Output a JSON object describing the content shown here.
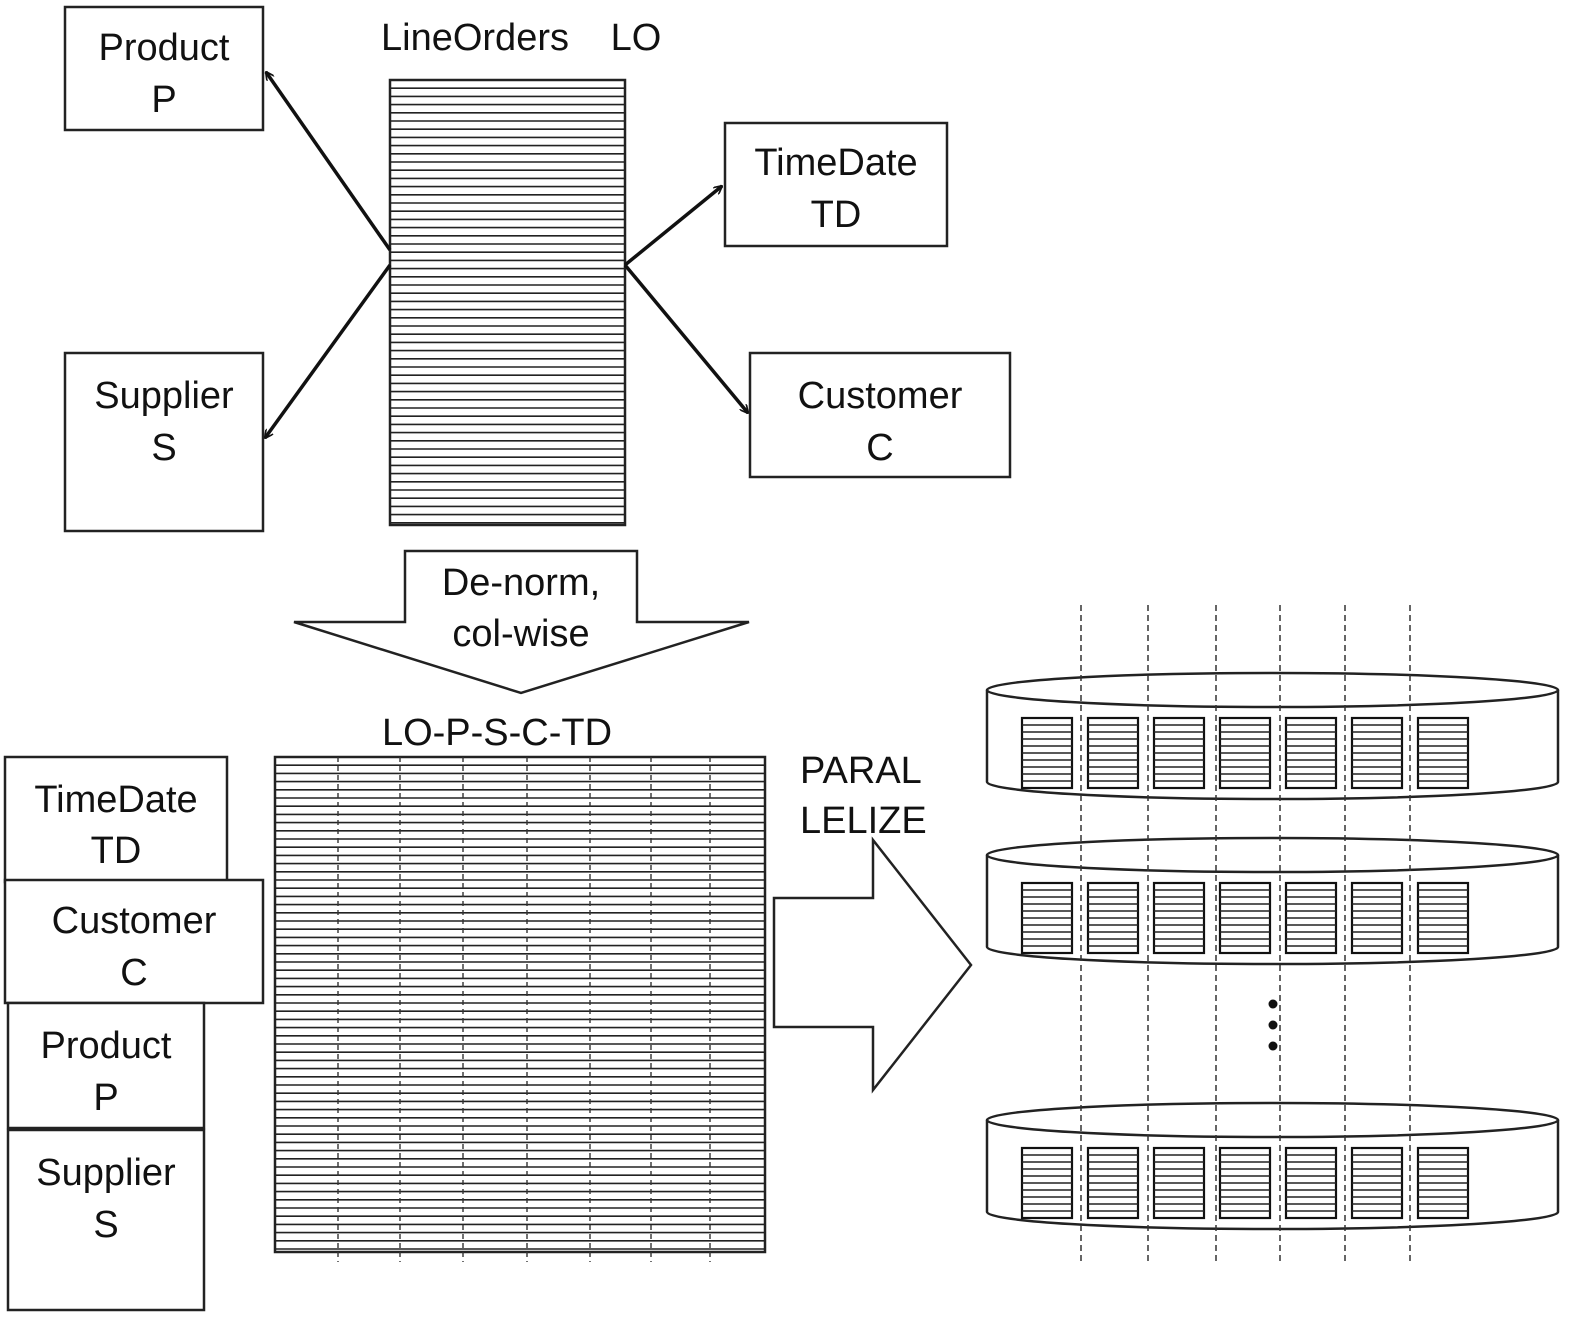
{
  "top": {
    "fact_title": "LineOrders",
    "fact_abbr": "LO",
    "product": {
      "name": "Product",
      "abbr": "P"
    },
    "supplier": {
      "name": "Supplier",
      "abbr": "S"
    },
    "timedate": {
      "name": "TimeDate",
      "abbr": "TD"
    },
    "customer": {
      "name": "Customer",
      "abbr": "C"
    }
  },
  "transform": {
    "line1": "De-norm,",
    "line2": "col-wise"
  },
  "bottom": {
    "table_title": "LO-P-S-C-TD",
    "timedate": {
      "name": "TimeDate",
      "abbr": "TD"
    },
    "customer": {
      "name": "Customer",
      "abbr": "C"
    },
    "product": {
      "name": "Product",
      "abbr": "P"
    },
    "supplier": {
      "name": "Supplier",
      "abbr": "S"
    }
  },
  "parallelize": {
    "line1": "PARAL",
    "line2": "LELIZE"
  },
  "disks": {
    "count_shown": 3,
    "blocks_per_disk": 7,
    "ellipsis": "..."
  }
}
